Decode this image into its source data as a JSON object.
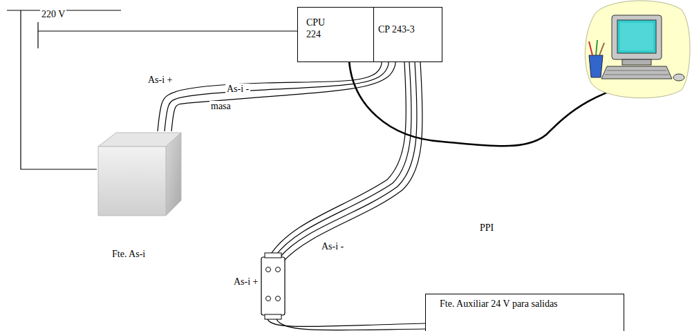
{
  "diagram": {
    "nodes": [
      {
        "text": [
          "CPU 224"
        ]
      },
      {
        "text": [
          "CP 243-3"
        ]
      },
      {
        "text": [
          "Fte. As-i"
        ]
      },
      {
        "text": [
          "Fte. Auxiliar 24 V para salidas"
        ]
      }
    ],
    "edges": [
      {
        "from": 2,
        "to": 1,
        "arrow": "none",
        "label": "As-i +"
      },
      {
        "from": 2,
        "to": 1,
        "arrow": "none",
        "label": "As-i -"
      },
      {
        "from": 2,
        "to": 1,
        "arrow": "none",
        "label": "masa"
      }
    ],
    "labels": [
      "220 V",
      "PPI",
      "As-i +",
      "As-i -"
    ]
  }
}
